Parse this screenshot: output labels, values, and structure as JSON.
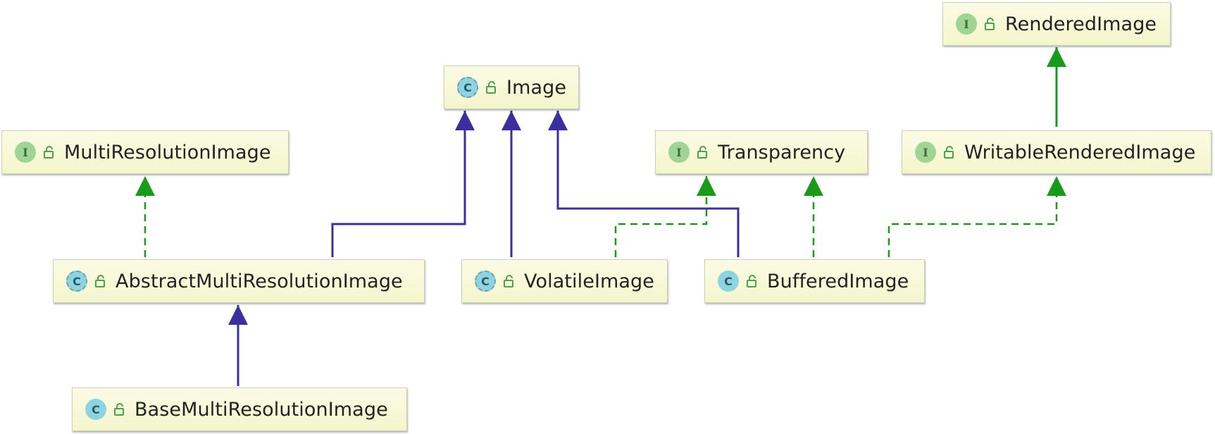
{
  "diagram": {
    "colors": {
      "extends": "#3b2e9e",
      "implements": "#1a9a1a",
      "node_fill": "#f7f7d2",
      "interface_badge": "#9fd494",
      "class_badge": "#8ed3e0"
    },
    "nodes": {
      "rendered_image": {
        "name": "RenderedImage",
        "kind": "interface",
        "badge": "I",
        "icon": "interface-icon"
      },
      "image": {
        "name": "Image",
        "kind": "abstract",
        "badge": "C",
        "icon": "abstract-class-icon"
      },
      "multi_resolution_image": {
        "name": "MultiResolutionImage",
        "kind": "interface",
        "badge": "I",
        "icon": "interface-icon"
      },
      "transparency": {
        "name": "Transparency",
        "kind": "interface",
        "badge": "I",
        "icon": "interface-icon"
      },
      "writable_rendered_image": {
        "name": "WritableRenderedImage",
        "kind": "interface",
        "badge": "I",
        "icon": "interface-icon"
      },
      "abstract_multi_res": {
        "name": "AbstractMultiResolutionImage",
        "kind": "abstract",
        "badge": "C",
        "icon": "abstract-class-icon"
      },
      "volatile_image": {
        "name": "VolatileImage",
        "kind": "abstract",
        "badge": "C",
        "icon": "abstract-class-icon"
      },
      "buffered_image": {
        "name": "BufferedImage",
        "kind": "class",
        "badge": "C",
        "icon": "class-icon"
      },
      "base_multi_res": {
        "name": "BaseMultiResolutionImage",
        "kind": "class",
        "badge": "C",
        "icon": "class-icon"
      }
    },
    "edges": [
      {
        "from": "WritableRenderedImage",
        "to": "RenderedImage",
        "type": "extends-interface"
      },
      {
        "from": "AbstractMultiResolutionImage",
        "to": "MultiResolutionImage",
        "type": "implements"
      },
      {
        "from": "AbstractMultiResolutionImage",
        "to": "Image",
        "type": "extends"
      },
      {
        "from": "VolatileImage",
        "to": "Image",
        "type": "extends"
      },
      {
        "from": "BufferedImage",
        "to": "Image",
        "type": "extends"
      },
      {
        "from": "VolatileImage",
        "to": "Transparency",
        "type": "implements"
      },
      {
        "from": "BufferedImage",
        "to": "Transparency",
        "type": "implements"
      },
      {
        "from": "BufferedImage",
        "to": "WritableRenderedImage",
        "type": "implements"
      },
      {
        "from": "BaseMultiResolutionImage",
        "to": "AbstractMultiResolutionImage",
        "type": "extends"
      }
    ]
  }
}
